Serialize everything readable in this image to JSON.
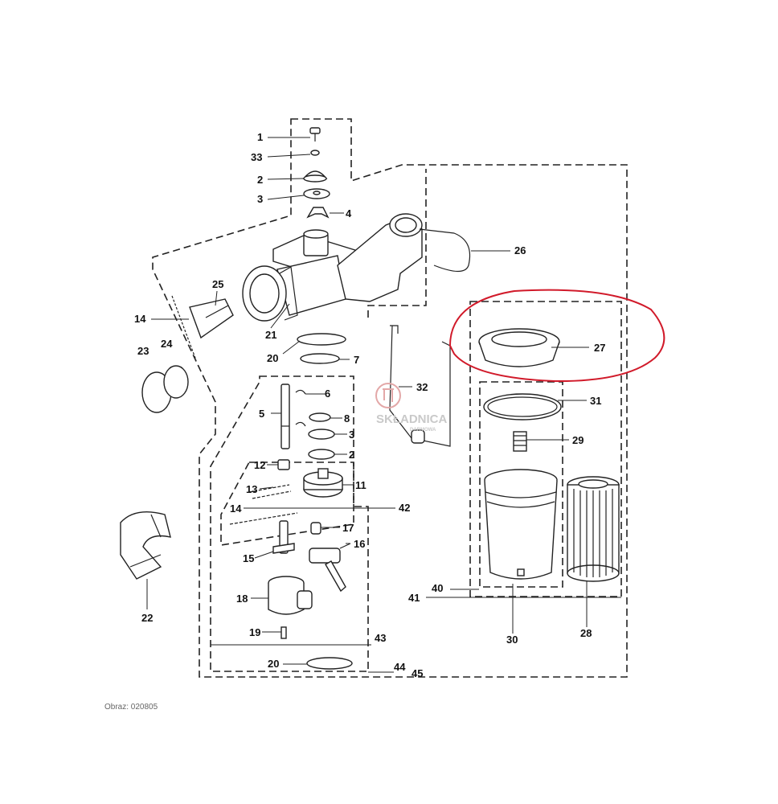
{
  "labels": {
    "p1": "1",
    "p33": "33",
    "p2a": "2",
    "p3a": "3",
    "p4": "4",
    "p26": "26",
    "p25": "25",
    "p14a": "14",
    "p21": "21",
    "p20a": "20",
    "p7": "7",
    "p23": "23",
    "p24": "24",
    "p27": "27",
    "p32": "32",
    "p6": "6",
    "p31": "31",
    "p5": "5",
    "p8": "8",
    "p3b": "3",
    "p29": "29",
    "p2b": "2",
    "p12": "12",
    "p11": "11",
    "p13": "13",
    "p14b": "14",
    "p42": "42",
    "p17": "17",
    "p16": "16",
    "p15": "15",
    "p40": "40",
    "p41": "41",
    "p18": "18",
    "p22": "22",
    "p19": "19",
    "p30": "30",
    "p28": "28",
    "p43": "43",
    "p20b": "20",
    "p44": "44",
    "p45": "45"
  },
  "caption": "Obraz: 020805",
  "watermark": {
    "main": "SKŁADNICA",
    "sub": "DARMOWA"
  },
  "colors": {
    "highlight": "#d11a2a",
    "ink": "#222222",
    "watermark": "#c9c9c9"
  }
}
